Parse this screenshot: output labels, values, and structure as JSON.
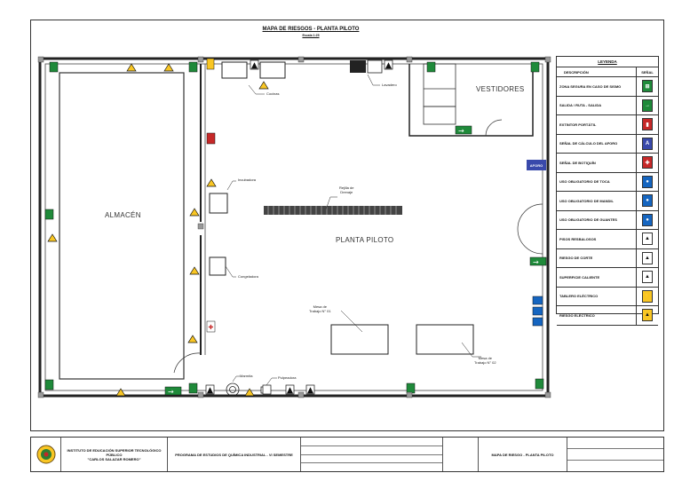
{
  "title": "MAPA DE RIESGOS - PLANTA PILOTO",
  "scale": "Escala 1:25",
  "rooms": {
    "almacen": "ALMACÉN",
    "planta": "PLANTA PILOTO",
    "vestidores": "VESTIDORES"
  },
  "callouts": {
    "cocinas": "Cocinas",
    "lavadero": "Lavadero",
    "incubadora": "Incubadora",
    "rejilla": "Rejilla de\nDrenaje",
    "congeladora": "Congeladora",
    "mesa1": "Mesa de\nTrabajo N° 01",
    "mesa2": "Mesa de\nTrabajo N° 02",
    "marmita": "Marmita",
    "pulpeadora": "Pulpeadora",
    "aforo": "AFORO"
  },
  "legend": {
    "title": "LEYENDA",
    "col_desc": "DESCRIPCIÓN",
    "col_sym": "SEÑAL",
    "rows": [
      {
        "label": "ZONA SEGURA EN CASO DE SISMO",
        "color": "#1f8a3a",
        "glyph": "⊞"
      },
      {
        "label": "SALIDA / RUTA - SALIDA",
        "color": "#1f8a3a",
        "glyph": "→"
      },
      {
        "label": "EXTINTOR PORTÁTIL",
        "color": "#c62828",
        "glyph": "▮"
      },
      {
        "label": "SEÑAL DE CÁLCULO DEL AFORO",
        "color": "#3949ab",
        "glyph": "A"
      },
      {
        "label": "SEÑAL DE BOTIQUÍN",
        "color": "#c62828",
        "glyph": "✚"
      },
      {
        "label": "USO OBLIGATORIO DE TOCA",
        "color": "#1565c0",
        "glyph": "●"
      },
      {
        "label": "USO OBLIGATORIO DE MANDIL",
        "color": "#1565c0",
        "glyph": "●"
      },
      {
        "label": "USO OBLIGATORIO DE GUANTES",
        "color": "#1565c0",
        "glyph": "●"
      },
      {
        "label": "PISOS RESBALOSOS",
        "color": "#ffffff",
        "glyph": "▲"
      },
      {
        "label": "RIESGO DE CORTE",
        "color": "#ffffff",
        "glyph": "▲"
      },
      {
        "label": "SUPERFICIE CALIENTE",
        "color": "#ffffff",
        "glyph": "▲"
      },
      {
        "label": "TABLERO ELÉCTRICO",
        "color": "#f9c623",
        "glyph": "⚡"
      },
      {
        "label": "RIESGO ELÉCTRICO",
        "color": "#f9c623",
        "glyph": "▲"
      }
    ]
  },
  "title_block": {
    "institute": "INSTITUTO DE EDUCACIÓN SUPERIOR TECNOLÓGICO PÚBLICO\n\"CARLOS SALAZAR ROMERO\"",
    "program": "PROGRAMA DE ESTUDIOS DE QUÍMICA INDUSTRIAL - VI SEMESTRE",
    "plan": "MAPA DE RIESGO - PLANTA PILOTO"
  }
}
